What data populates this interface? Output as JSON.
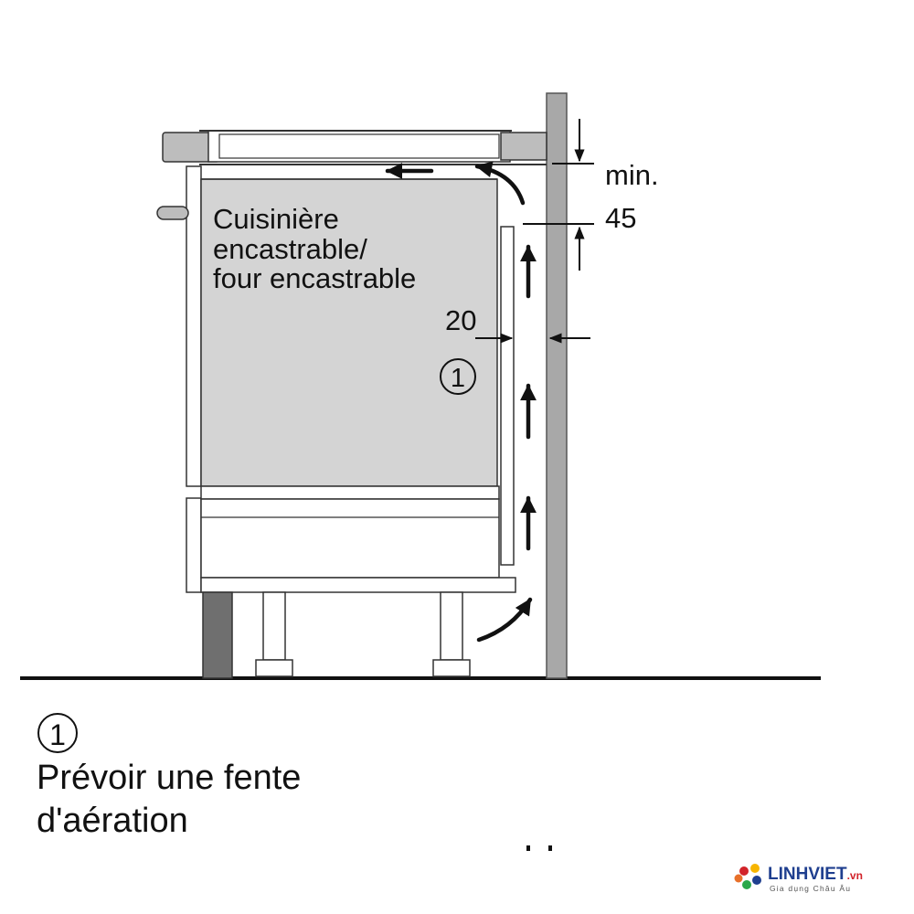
{
  "diagram": {
    "appliance_label": {
      "line1": "Cuisinière",
      "line2": "encastrable/",
      "line3": "four encastrable"
    },
    "gap_dimension": "20",
    "top_clearance": {
      "line1": "min.",
      "line2": "45"
    },
    "slot_marker": "1"
  },
  "legend": {
    "marker": "1",
    "line1": "Prévoir une fente",
    "line2": "d'aération"
  },
  "logo": {
    "name": "LINHVIET",
    "suffix": ".vn",
    "tagline": "Gia dụng Châu Âu"
  },
  "colors": {
    "oven_fill": "#d4d4d4",
    "wall_fill": "#a8a8a8",
    "plinth_fill": "#6f6f6f",
    "line": "#111111",
    "logo_blue": "#1f3f8f",
    "logo_red": "#d2232a"
  }
}
